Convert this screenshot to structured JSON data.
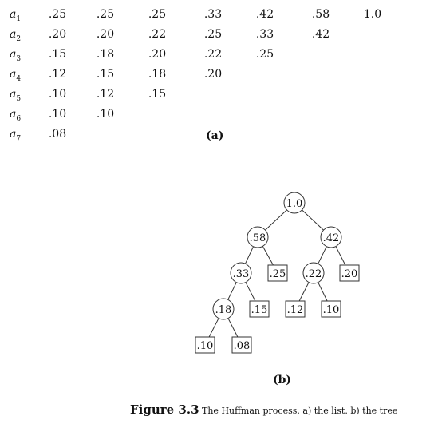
{
  "table": {
    "rows": [
      {
        "sym": "a",
        "sub": "1",
        "values": [
          ".25",
          ".25",
          ".25",
          ".33",
          ".42",
          ".58",
          "1.0"
        ]
      },
      {
        "sym": "a",
        "sub": "2",
        "values": [
          ".20",
          ".20",
          ".22",
          ".25",
          ".33",
          ".42"
        ]
      },
      {
        "sym": "a",
        "sub": "3",
        "values": [
          ".15",
          ".18",
          ".20",
          ".22",
          ".25"
        ]
      },
      {
        "sym": "a",
        "sub": "4",
        "values": [
          ".12",
          ".15",
          ".18",
          ".20"
        ]
      },
      {
        "sym": "a",
        "sub": "5",
        "values": [
          ".10",
          ".12",
          ".15"
        ]
      },
      {
        "sym": "a",
        "sub": "6",
        "values": [
          ".10",
          ".10"
        ]
      },
      {
        "sym": "a",
        "sub": "7",
        "values": [
          ".08"
        ]
      }
    ],
    "caption": "(a)"
  },
  "tree": {
    "caption": "(b)",
    "nodes": [
      {
        "id": "n1",
        "label": "1.0",
        "shape": "circle"
      },
      {
        "id": "n2",
        "label": ".58",
        "shape": "circle"
      },
      {
        "id": "n3",
        "label": ".42",
        "shape": "circle"
      },
      {
        "id": "n4",
        "label": ".33",
        "shape": "circle"
      },
      {
        "id": "n5",
        "label": ".25",
        "shape": "box"
      },
      {
        "id": "n6",
        "label": ".22",
        "shape": "circle"
      },
      {
        "id": "n7",
        "label": ".20",
        "shape": "box"
      },
      {
        "id": "n8",
        "label": ".18",
        "shape": "circle"
      },
      {
        "id": "n9",
        "label": ".15",
        "shape": "box"
      },
      {
        "id": "n10",
        "label": ".12",
        "shape": "box"
      },
      {
        "id": "n11",
        "label": ".10",
        "shape": "box"
      },
      {
        "id": "n12",
        "label": ".10",
        "shape": "box"
      },
      {
        "id": "n13",
        "label": ".08",
        "shape": "box"
      }
    ],
    "edges": [
      [
        "n1",
        "n2"
      ],
      [
        "n1",
        "n3"
      ],
      [
        "n2",
        "n4"
      ],
      [
        "n2",
        "n5"
      ],
      [
        "n3",
        "n6"
      ],
      [
        "n3",
        "n7"
      ],
      [
        "n4",
        "n8"
      ],
      [
        "n4",
        "n9"
      ],
      [
        "n6",
        "n10"
      ],
      [
        "n6",
        "n11"
      ],
      [
        "n8",
        "n12"
      ],
      [
        "n8",
        "n13"
      ]
    ]
  },
  "figure": {
    "label": "Figure 3.3",
    "text": "The Huffman process. a) the list. b) the tree"
  }
}
